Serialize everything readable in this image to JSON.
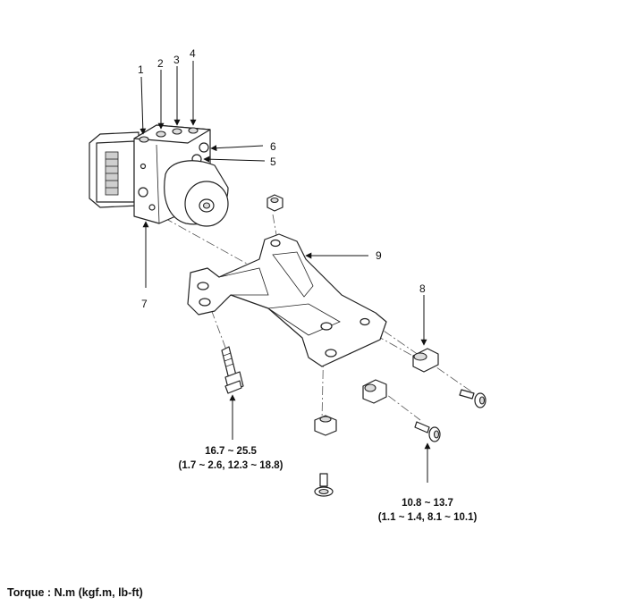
{
  "callouts": {
    "c1": "1",
    "c2": "2",
    "c3": "3",
    "c4": "4",
    "c5": "5",
    "c6": "6",
    "c7": "7",
    "c8": "8",
    "c9": "9"
  },
  "torques": {
    "bolt_bracket_line1": "16.7 ~ 25.5",
    "bolt_bracket_line2": "(1.7 ~ 2.6, 12.3 ~ 18.8)",
    "bolt_mount_line1": "10.8 ~ 13.7",
    "bolt_mount_line2": "(1.1 ~ 1.4, 8.1 ~ 10.1)"
  },
  "footer": {
    "torque_units": "Torque : N.m (kgf.m, lb-ft)"
  }
}
